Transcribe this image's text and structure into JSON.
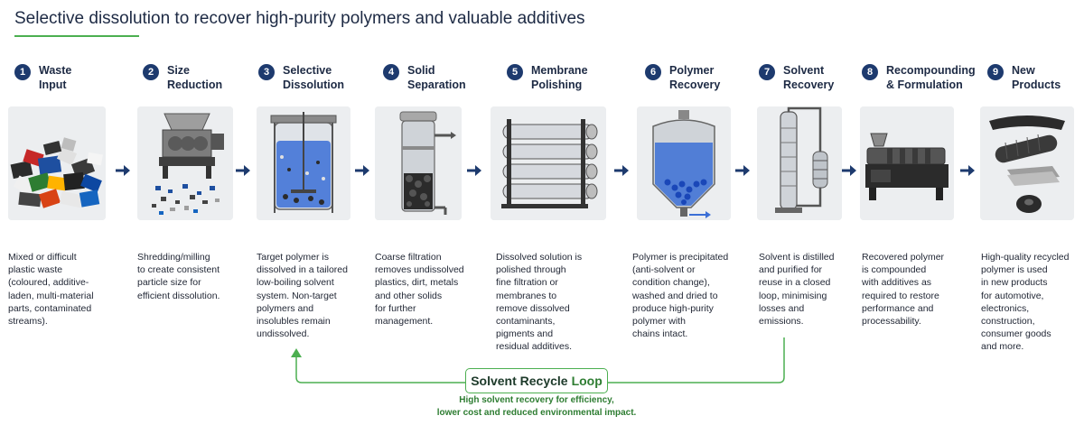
{
  "title": "Selective dissolution to recover high-purity polymers and valuable additives",
  "steps": [
    {
      "num": "1",
      "title_l1": "Waste",
      "title_l2": "Input",
      "image": "mixed-plastic-waste-pile",
      "desc": [
        "Mixed or difficult",
        "plastic waste",
        "(coloured, additive-",
        "laden, multi-material",
        "parts, contaminated",
        "streams)."
      ]
    },
    {
      "num": "2",
      "title_l1": "Size",
      "title_l2": "Reduction",
      "image": "shredder-machine",
      "desc": [
        "Shredding/milling",
        "to create consistent",
        "particle size for",
        "efficient dissolution."
      ]
    },
    {
      "num": "3",
      "title_l1": "Selective",
      "title_l2": "Dissolution",
      "image": "stirred-dissolution-vessel",
      "desc": [
        "Target polymer is",
        "dissolved in a tailored",
        "low-boiling solvent",
        "system. Non-target",
        "polymers and",
        "insolubles remain",
        "undissolved."
      ]
    },
    {
      "num": "4",
      "title_l1": "Solid",
      "title_l2": "Separation",
      "image": "filtration-column",
      "desc": [
        "Coarse filtration",
        "removes undissolved",
        "plastics, dirt, metals",
        "and other solids",
        "for further",
        "management."
      ]
    },
    {
      "num": "5",
      "title_l1": "Membrane",
      "title_l2": "Polishing",
      "image": "membrane-modules",
      "desc": [
        "Dissolved solution is",
        "polished through",
        "fine filtration or",
        "membranes to",
        "remove dissolved",
        "contaminants,",
        "pigments and",
        "residual additives."
      ]
    },
    {
      "num": "6",
      "title_l1": "Polymer",
      "title_l2": "Recovery",
      "image": "precipitation-vessel",
      "desc": [
        "Polymer is precipitated",
        "(anti-solvent or",
        "condition change),",
        "washed and dried to",
        "produce high-purity",
        "polymer with",
        "chains intact."
      ]
    },
    {
      "num": "7",
      "title_l1": "Solvent",
      "title_l2": "Recovery",
      "image": "distillation-column",
      "desc": [
        "Solvent is distilled",
        "and purified for",
        "reuse in a closed",
        "loop, minimising",
        "losses and",
        "emissions."
      ]
    },
    {
      "num": "8",
      "title_l1": "Recompounding",
      "title_l2": "& Formulation",
      "image": "extruder-machine",
      "desc": [
        "Recovered polymer",
        "is compounded",
        "with additives as",
        "required to restore",
        "performance and",
        "processability."
      ]
    },
    {
      "num": "9",
      "title_l1": "New",
      "title_l2": "Products",
      "image": "recycled-products",
      "desc": [
        "High-quality recycled",
        "polymer is used",
        "in new products",
        "for automotive,",
        "electronics,",
        "construction,",
        "consumer goods",
        "and more."
      ]
    }
  ],
  "loop": {
    "label_main": "Solvent Recycle",
    "label_accent": "Loop",
    "note_l1": "High solvent recovery for efficiency,",
    "note_l2": "lower cost and reduced environmental impact."
  },
  "colors": {
    "accent_blue": "#1d3a6e",
    "accent_green": "#4caf50",
    "liquid_blue": "#3b6fd6",
    "image_bg": "#eceef0"
  }
}
